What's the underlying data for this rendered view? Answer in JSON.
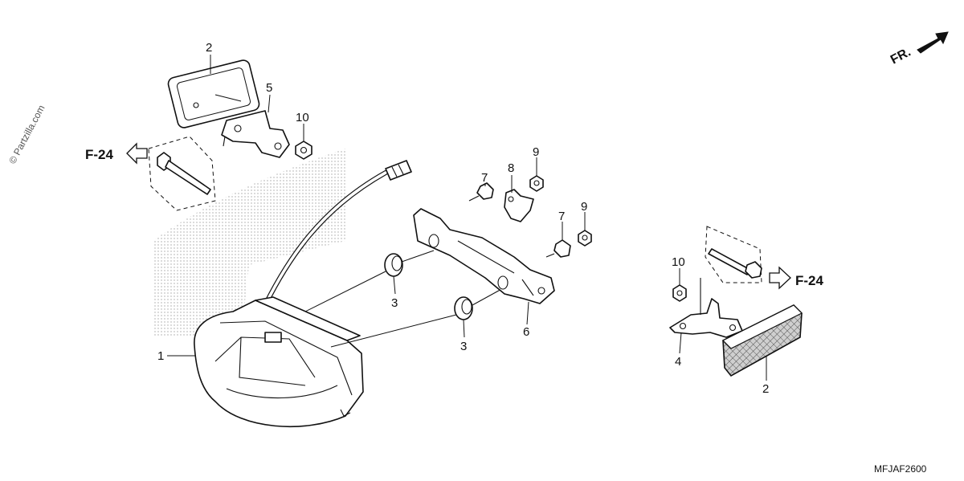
{
  "watermark": "© Partzilla.com",
  "direction_label": "FR.",
  "diagram_code": "MFJAF2600",
  "reference_labels": {
    "left": "F-24",
    "right": "F-24"
  },
  "callouts": {
    "c1": "1",
    "c2_top": "2",
    "c2_bottom": "2",
    "c3_left": "3",
    "c3_right": "3",
    "c4": "4",
    "c5": "5",
    "c6": "6",
    "c7_top": "7",
    "c7_bottom": "7",
    "c8": "8",
    "c9_top": "9",
    "c9_bottom": "9",
    "c10_left": "10",
    "c10_right": "10"
  }
}
